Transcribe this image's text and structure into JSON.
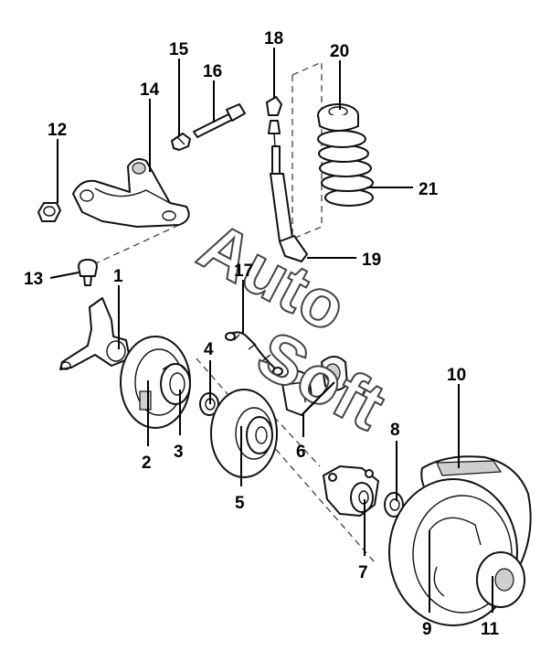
{
  "callouts": [
    "1",
    "2",
    "3",
    "4",
    "5",
    "6",
    "7",
    "8",
    "9",
    "10",
    "11",
    "12",
    "13",
    "14",
    "15",
    "16",
    "17",
    "18",
    "19",
    "20",
    "21"
  ],
  "watermark": {
    "part1": "Auto",
    "part2": "Soft"
  }
}
